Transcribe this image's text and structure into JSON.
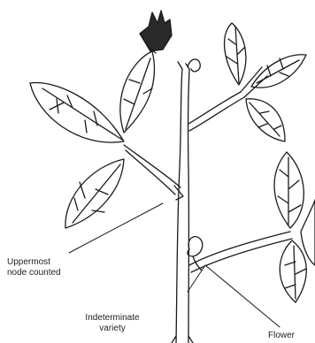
{
  "labels": {
    "uppermost_node_line1": "Uppermost",
    "uppermost_node_line2": "node counted",
    "indeterminate_line1": "Indeterminate",
    "indeterminate_line2": "variety",
    "flower": "Flower"
  },
  "colors": {
    "ink": "#1a1a1a",
    "background": "#ffffff"
  }
}
